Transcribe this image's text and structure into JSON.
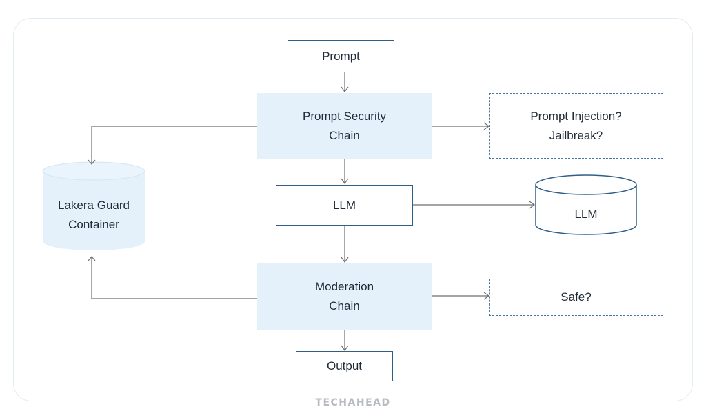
{
  "nodes": {
    "prompt": "Prompt",
    "prompt_security_chain": "Prompt Security\nChain",
    "llm_step": "LLM",
    "moderation_chain": "Moderation\nChain",
    "output": "Output",
    "prompt_injection_check": "Prompt Injection?\nJailbreak?",
    "llm_store": "LLM",
    "safe_check": "Safe?",
    "lakera_guard_container": "Lakera Guard\nContainer"
  },
  "watermark": "TECHAHEAD",
  "colors": {
    "box_border": "#2f5f88",
    "box_fill": "#e4f1fb",
    "connector": "#6f6f6f",
    "cylinder_fill": "#e4f1fb"
  }
}
